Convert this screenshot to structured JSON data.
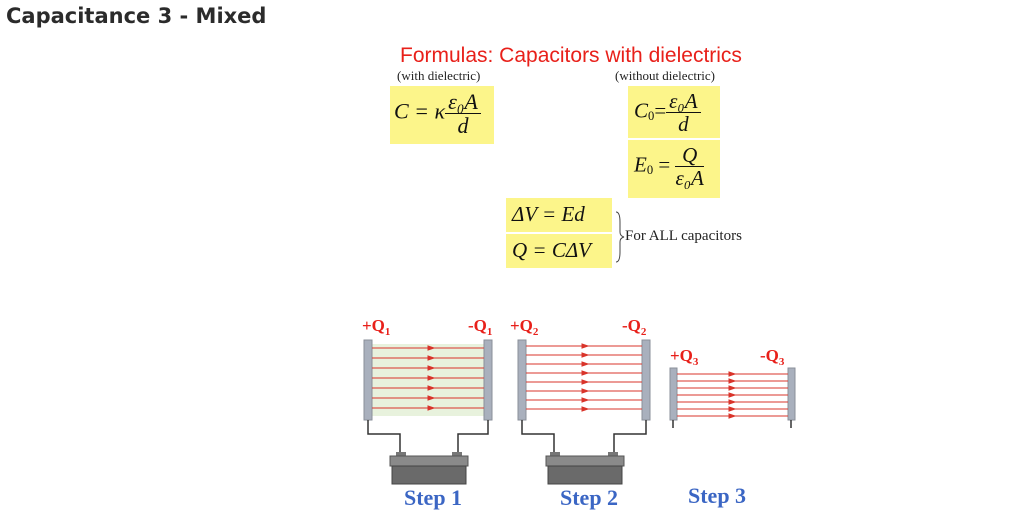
{
  "page": {
    "title": "Capacitance 3 - Mixed"
  },
  "formulas": {
    "heading": "Formulas: Capacitors with dielectrics",
    "with_label": "(with dielectric)",
    "without_label": "(without dielectric)",
    "c_lhs": "C = κ",
    "c_num": "ε₀A",
    "c_den": "d",
    "c0_lhs": "C",
    "c0_sub": "0",
    "c0_eq": "=",
    "c0_num": "ε₀A",
    "c0_den": "d",
    "e0_lhs": "E",
    "e0_sub": "0",
    "e0_eq": "=",
    "e0_num": "Q",
    "e0_den": "ε₀A",
    "dv": "ΔV = Ed",
    "q": "Q = CΔV",
    "all_note": "For ALL capacitors"
  },
  "steps": [
    {
      "label": "Step 1",
      "plus_charge": "+Q",
      "plus_sub": "1",
      "minus_charge": "-Q",
      "minus_sub": "1"
    },
    {
      "label": "Step 2",
      "plus_charge": "+Q",
      "plus_sub": "2",
      "minus_charge": "-Q",
      "minus_sub": "2"
    },
    {
      "label": "Step 3",
      "plus_charge": "+Q",
      "plus_sub": "3",
      "minus_charge": "-Q",
      "minus_sub": "3"
    }
  ],
  "colors": {
    "heading": "#e8201a",
    "highlight": "#fcf58a",
    "field_line": "#d9342b",
    "dielectric": "#e8f2dd",
    "plate": "#a9b0bd",
    "step_label": "#3b66c4"
  }
}
